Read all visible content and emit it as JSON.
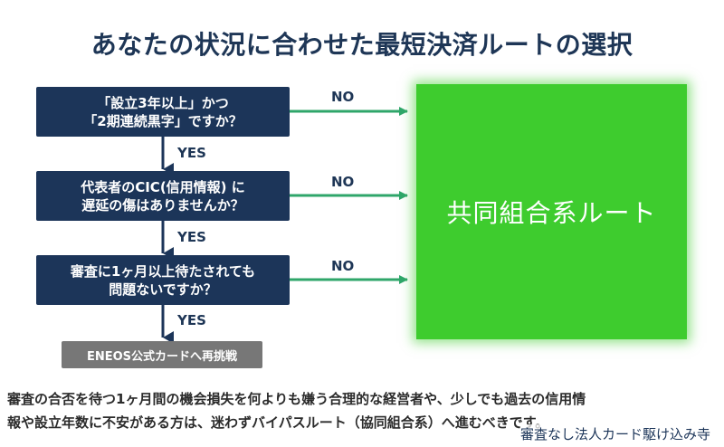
{
  "title": "あなたの状況に合わせた最短決済ルートの選択",
  "questions": [
    {
      "line1": "「設立3年以上」かつ",
      "line2": "「2期連続黒字」ですか？"
    },
    {
      "line1": "代表者のCIC(信用情報) に",
      "line2": "遅延の傷はありませんか？"
    },
    {
      "line1": "審査に1ヶ月以上待たされても",
      "line2": "問題ないですか？"
    }
  ],
  "labels": {
    "no": "NO",
    "yes": "YES"
  },
  "end_box": "ENEOS公式カードへ再挑戦",
  "green_box": "共同組合系ルート",
  "description": {
    "line1": "審査の合否を待つ1ヶ月間の機会損失を何よりも嫌う合理的な経営者や、少しでも過去の信用情",
    "line2": "報や設立年数に不安がある方は、迷わずバイパスルート（協同組合系）へ進むべきです。"
  },
  "watermark": "審査なし法人カード駆け込み寺",
  "colors": {
    "navy": "#1c3559",
    "green": "#3ecc2e",
    "arrow_green": "#2fa66a",
    "gray": "#777777"
  }
}
